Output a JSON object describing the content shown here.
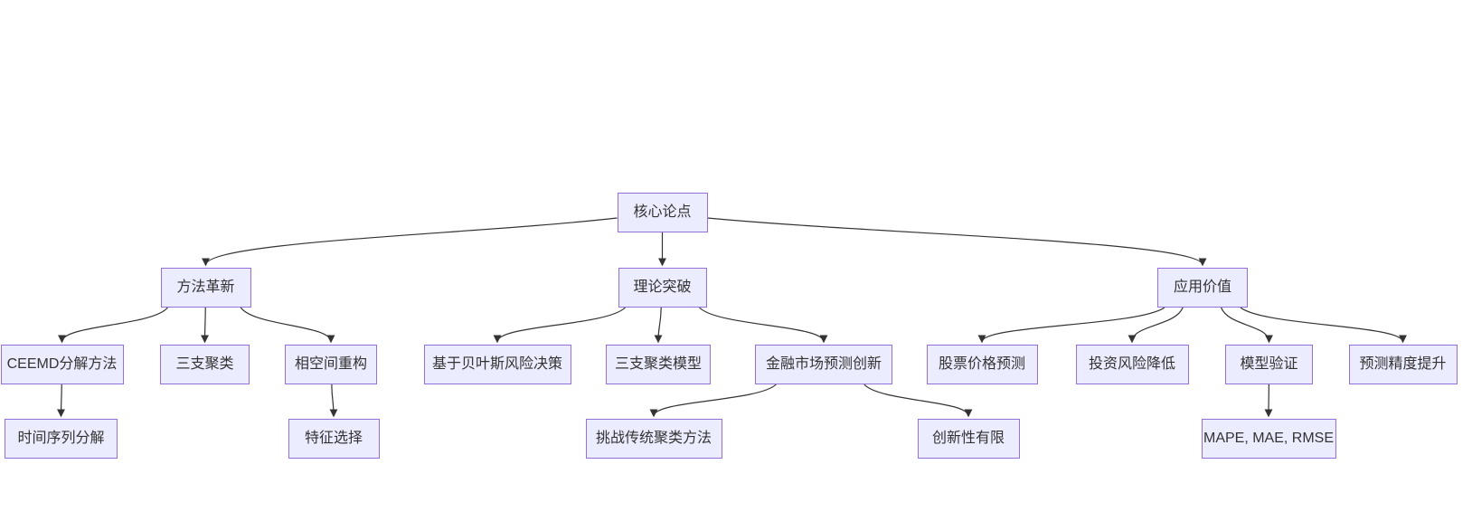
{
  "diagram": {
    "type": "flowchart",
    "colors": {
      "node_fill": "#ECECFF",
      "node_border": "#9370DB",
      "text": "#333333",
      "edge": "#333333",
      "background": "#ffffff"
    },
    "nodes": [
      {
        "id": "core",
        "label": "核心论点"
      },
      {
        "id": "method",
        "label": "方法革新"
      },
      {
        "id": "theory",
        "label": "理论突破"
      },
      {
        "id": "application",
        "label": "应用价值"
      },
      {
        "id": "ceemd",
        "label": "CEEMD分解方法"
      },
      {
        "id": "three_way",
        "label": "三支聚类"
      },
      {
        "id": "phase",
        "label": "相空间重构"
      },
      {
        "id": "bayes",
        "label": "基于贝叶斯风险决策"
      },
      {
        "id": "three_way_model",
        "label": "三支聚类模型"
      },
      {
        "id": "finance",
        "label": "金融市场预测创新"
      },
      {
        "id": "stock",
        "label": "股票价格预测"
      },
      {
        "id": "risk",
        "label": "投资风险降低"
      },
      {
        "id": "validation",
        "label": "模型验证"
      },
      {
        "id": "accuracy",
        "label": "预测精度提升"
      },
      {
        "id": "timeseries",
        "label": "时间序列分解"
      },
      {
        "id": "feature",
        "label": "特征选择"
      },
      {
        "id": "challenge",
        "label": "挑战传统聚类方法"
      },
      {
        "id": "limited",
        "label": "创新性有限"
      },
      {
        "id": "mape",
        "label": "MAPE, MAE, RMSE"
      }
    ],
    "edges": [
      [
        "core",
        "method"
      ],
      [
        "core",
        "theory"
      ],
      [
        "core",
        "application"
      ],
      [
        "method",
        "ceemd"
      ],
      [
        "method",
        "three_way"
      ],
      [
        "method",
        "phase"
      ],
      [
        "theory",
        "bayes"
      ],
      [
        "theory",
        "three_way_model"
      ],
      [
        "theory",
        "finance"
      ],
      [
        "application",
        "stock"
      ],
      [
        "application",
        "risk"
      ],
      [
        "application",
        "validation"
      ],
      [
        "application",
        "accuracy"
      ],
      [
        "ceemd",
        "timeseries"
      ],
      [
        "phase",
        "feature"
      ],
      [
        "finance",
        "challenge"
      ],
      [
        "finance",
        "limited"
      ],
      [
        "validation",
        "mape"
      ]
    ]
  }
}
